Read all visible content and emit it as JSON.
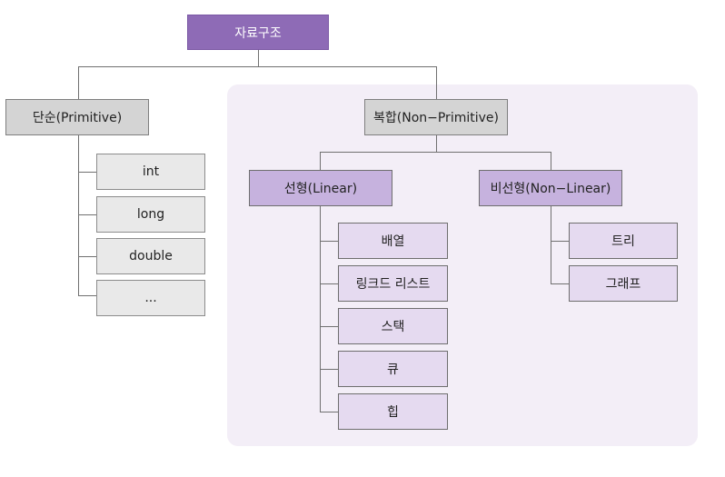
{
  "root": "자료구조",
  "primitive": {
    "label": "단순(Primitive)",
    "items": [
      "int",
      "long",
      "double",
      "..."
    ]
  },
  "non_primitive": {
    "label": "복합(Non−Primitive)",
    "linear": {
      "label": "선형(Linear)",
      "items": [
        "배열",
        "링크드 리스트",
        "스택",
        "큐",
        "힙"
      ]
    },
    "non_linear": {
      "label": "비선형(Non−Linear)",
      "items": [
        "트리",
        "그래프"
      ]
    }
  },
  "colors": {
    "root": "#8e6bb6",
    "primitive_nodes": "#d4d4d4",
    "linear_nodes": "#c6b2de",
    "leaf_nodes": "#e5daf0",
    "panel": "#f3eef7"
  }
}
